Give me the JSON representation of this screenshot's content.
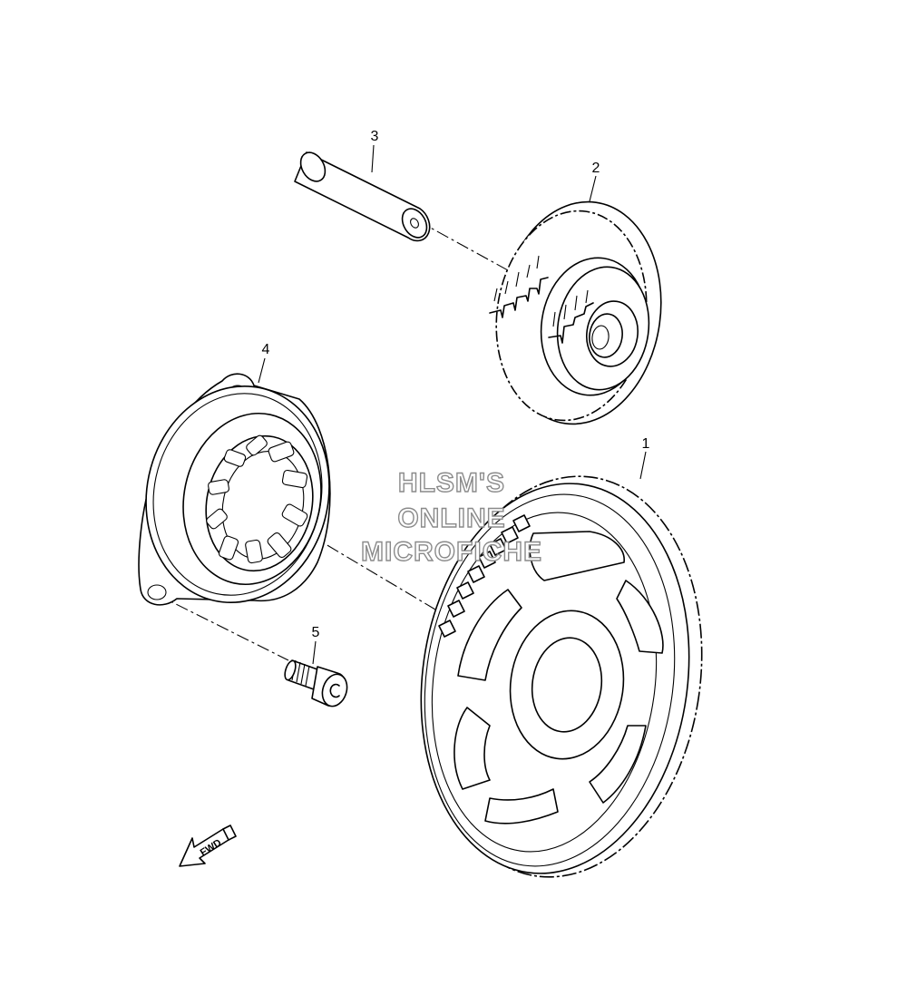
{
  "callouts": [
    {
      "id": "1",
      "text": "1"
    },
    {
      "id": "2",
      "text": "2"
    },
    {
      "id": "3",
      "text": "3"
    },
    {
      "id": "4",
      "text": "4"
    },
    {
      "id": "5",
      "text": "5"
    }
  ],
  "watermark": {
    "line1": "HLSM'S",
    "line2": "ONLINE",
    "line3": "MICROFICHE"
  },
  "direction_marker": {
    "label": "FWD",
    "icon": "fwd-arrow-icon"
  }
}
